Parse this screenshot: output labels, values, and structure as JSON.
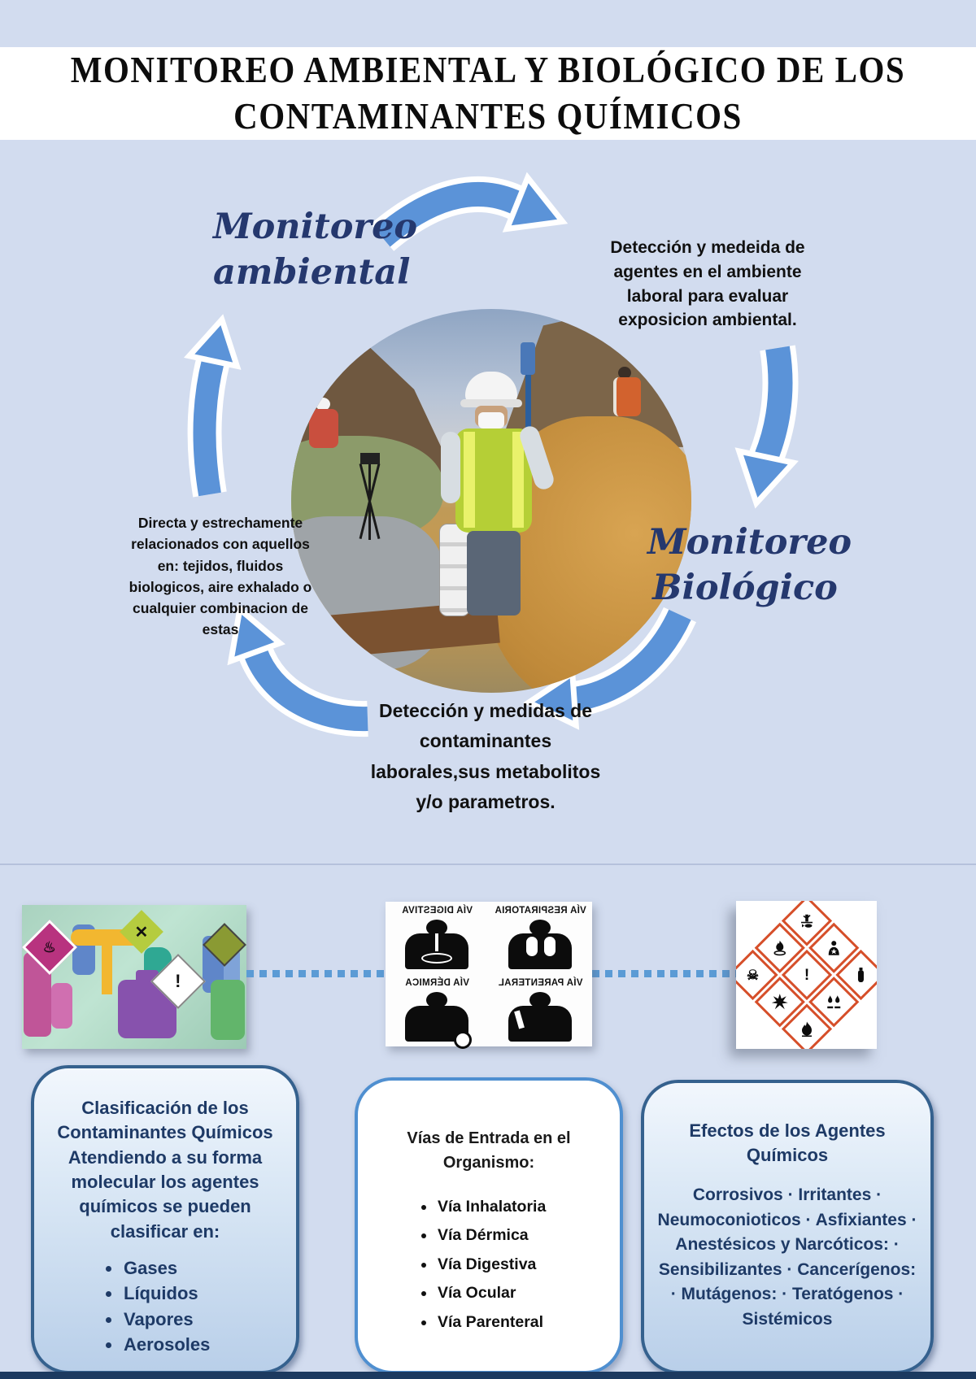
{
  "colors": {
    "page_bg": "#d2dcef",
    "header_bg": "#ffffff",
    "arrow_blue": "#5b93d8",
    "navy_text": "#1e3a66",
    "script_navy": "#25386e",
    "box_border_dark": "#35618e",
    "box_border_light": "#4f8fd0",
    "ghs_red": "#d64f2a",
    "dotted_blue": "#5b9bd5",
    "footer_bar": "#1c3a60"
  },
  "header": {
    "title_line1": "MONITOREO AMBIENTAL Y BIOLÓGICO DE LOS",
    "title_line2": "CONTAMINANTES QUÍMICOS"
  },
  "cycle": {
    "ambiental_label": "Monitoreo ambiental",
    "ambiental_desc": "Detección y medeida de agentes en el ambiente laboral para evaluar exposicion ambiental.",
    "biologico_label": "Monitoreo Biológico",
    "biologico_desc": "Detección y medidas de contaminantes laborales,sus metabolitos y/o parametros.",
    "directa_desc": "Directa y estrechamente relacionados con aquellos en: tejidos, fluidos biologicos, aire exhalado o cualquier combinacion de estas",
    "arrow_icons": [
      "curved-arrow-right-icon",
      "arrow-down-icon",
      "curved-arrow-left-icon",
      "curved-arrow-up-left-icon",
      "arrow-up-icon"
    ],
    "center_image": "field-workers-environmental-sampling-photo"
  },
  "entry_routes_panel": {
    "mirrored": true,
    "labels": [
      "VÍA DIGESTIVA",
      "VÍA RESPIRATORIA",
      "VÍA DÉRMICA",
      "VÍA PARENTERAL"
    ]
  },
  "ghs_panel": {
    "pictograms": [
      "environment-hazard-icon",
      "health-hazard-icon",
      "gas-cylinder-icon",
      "oxidizer-icon",
      "exclamation-mark-icon",
      "corrosive-icon",
      "skull-crossbones-icon",
      "explosive-icon",
      "flammable-icon"
    ],
    "exclamation_glyph": "!",
    "skull_glyph": "☠"
  },
  "products_panel": {
    "description_icons": [
      "chemical-bottles-illustration",
      "flame-diamond-icon",
      "x-diamond-icon",
      "exclamation-diamond-icon"
    ],
    "x_glyph": "✕",
    "exclamation_glyph": "!",
    "flame_glyph": "♨"
  },
  "boxes": {
    "classification": {
      "title": "Clasificación de los Contaminantes Químicos Atendiendo a su forma molecular los agentes químicos se pueden clasificar en:",
      "items": [
        "Gases",
        "Líquidos",
        "Vapores",
        "Aerosoles"
      ]
    },
    "routes": {
      "title": "Vías de Entrada en el Organismo:",
      "items": [
        "Vía Inhalatoria",
        "Vía Dérmica",
        "Vía Digestiva",
        "Vía Ocular",
        "Vía Parenteral"
      ]
    },
    "effects": {
      "title": "Efectos de los Agentes Químicos",
      "body": "Corrosivos · Irritantes · Neumoconioticos · Asfixiantes · Anestésicos y Narcóticos: · Sensibilizantes · Cancerígenos: · Mutágenos: · Teratógenos · Sistémicos"
    }
  }
}
